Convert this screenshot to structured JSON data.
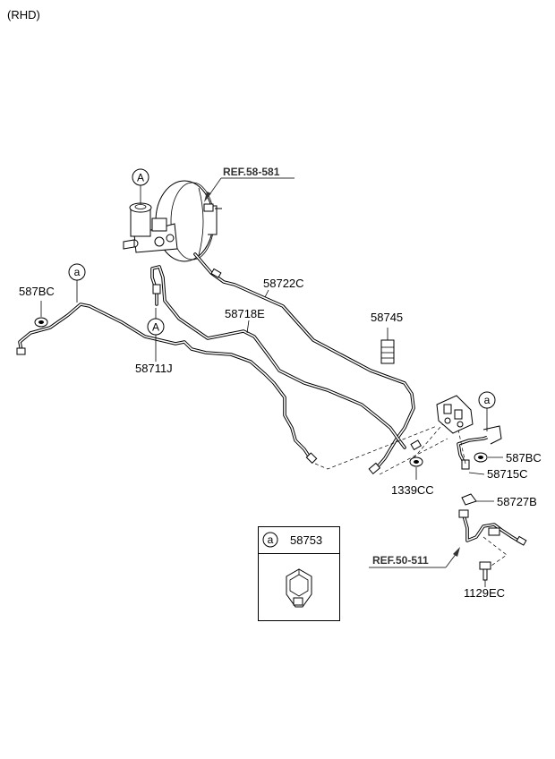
{
  "header": {
    "variant": "(RHD)"
  },
  "callouts": {
    "booster_ref": "REF.58-581",
    "abs_ref": "REF.50-511"
  },
  "circle_markers": {
    "A_upper": "A",
    "A_lower": "A",
    "a_left": "a",
    "a_right": "a",
    "a_inset": "a"
  },
  "part_labels": {
    "p58722C": "58722C",
    "p58718E": "58718E",
    "p58711J": "58711J",
    "p587BC_left": "587BC",
    "p587BC_right": "587BC",
    "p58745": "58745",
    "p58715C": "58715C",
    "p1339CC": "1339CC",
    "p58727B": "58727B",
    "p1129EC": "1129EC"
  },
  "inset": {
    "part_number": "58753"
  }
}
